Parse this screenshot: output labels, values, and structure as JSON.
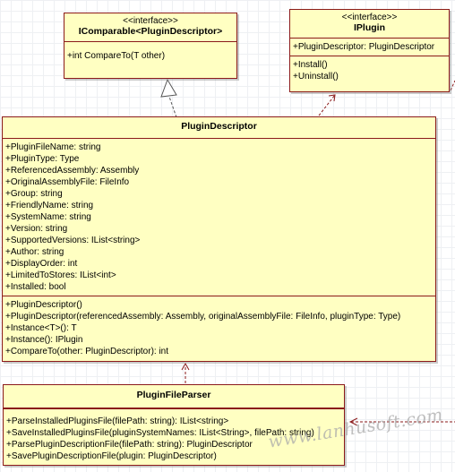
{
  "icomparable": {
    "stereotype": "<<interface>>",
    "name": "IComparable<PluginDescriptor>",
    "members": [
      "+int CompareTo(T other)"
    ]
  },
  "iplugin": {
    "stereotype": "<<interface>>",
    "name": "IPlugin",
    "properties": [
      "+PluginDescriptor: PluginDescriptor"
    ],
    "methods": [
      "+Install()",
      "+Uninstall()"
    ]
  },
  "plugin_descriptor": {
    "name": "PluginDescriptor",
    "properties": [
      "+PluginFileName: string",
      "+PluginType: Type",
      "+ReferencedAssembly: Assembly",
      "+OriginalAssemblyFile: FileInfo",
      "+Group: string",
      "+FriendlyName: string",
      "+SystemName: string",
      "+Version: string",
      "+SupportedVersions: IList<string>",
      "+Author: string",
      "+DisplayOrder: int",
      "+LimitedToStores: IList<int>",
      "+Installed: bool"
    ],
    "methods": [
      "+PluginDescriptor()",
      "+PluginDescriptor(referencedAssembly: Assembly, originalAssemblyFile: FileInfo, pluginType: Type)",
      "+Instance<T>(): T",
      "+Instance(): IPlugin",
      "+CompareTo(other: PluginDescriptor): int"
    ]
  },
  "plugin_file_parser": {
    "name": "PluginFileParser",
    "methods": [
      "+ParseInstalledPluginsFile(filePath: string): IList<string>",
      "+SaveInstalledPluginsFile(pluginSystemNames: IList<String>, filePath: string)",
      "+ParsePluginDescriptionFile(filePath: string): PluginDescriptor",
      "+SavePluginDescriptionFile(plugin: PluginDescriptor)"
    ]
  },
  "watermark": "www.lanhusoft.com",
  "colors": {
    "fill": "#ffffc2",
    "border": "#8b1a1a",
    "connector": "#8b1a1a"
  }
}
